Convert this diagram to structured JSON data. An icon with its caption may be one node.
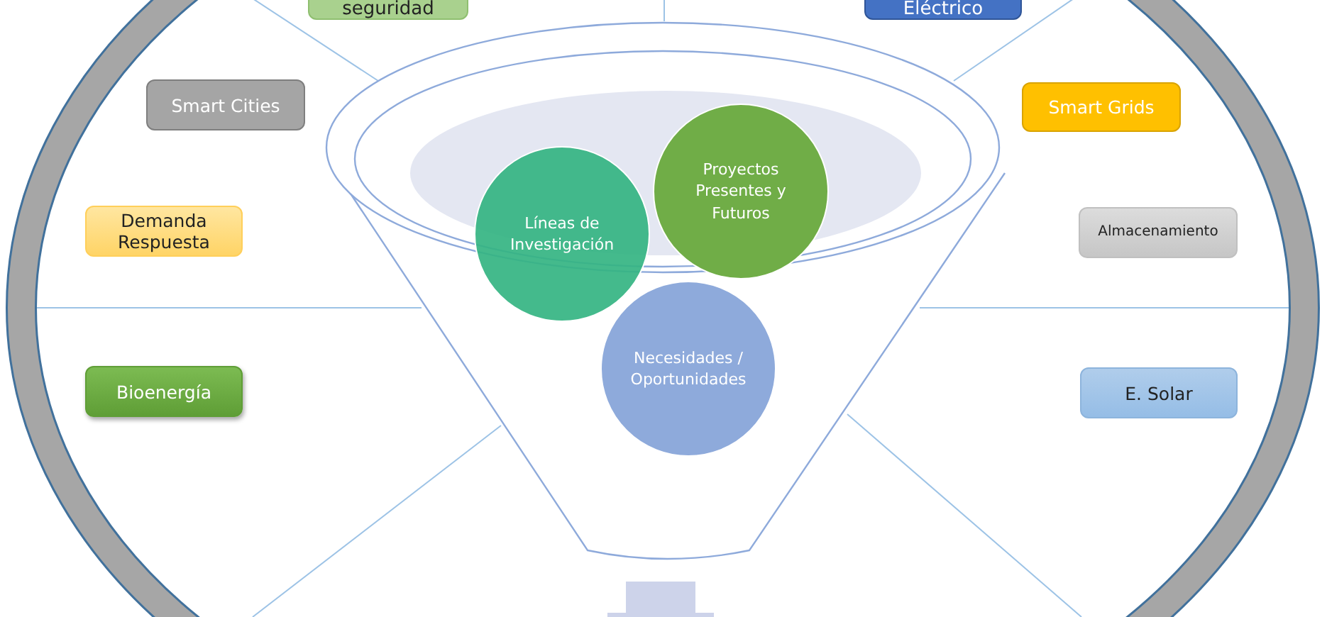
{
  "diagram": {
    "nodes": [
      {
        "text": [
          "seguridad"
        ]
      },
      {
        "text": [
          "Eléctrico"
        ]
      },
      {
        "text": [
          "Smart Cities"
        ]
      },
      {
        "text": [
          "Smart Grids"
        ]
      },
      {
        "text": [
          "Demanda Respuesta"
        ]
      },
      {
        "text": [
          "Almacenamiento"
        ]
      },
      {
        "text": [
          "Bioenergía"
        ]
      },
      {
        "text": [
          "E. Solar"
        ]
      },
      {
        "text": [
          "Proyectos Presentes y Futuros"
        ]
      },
      {
        "text": [
          "Líneas de Investigación"
        ]
      },
      {
        "text": [
          "Necesidades / Oportunidades"
        ]
      }
    ]
  }
}
